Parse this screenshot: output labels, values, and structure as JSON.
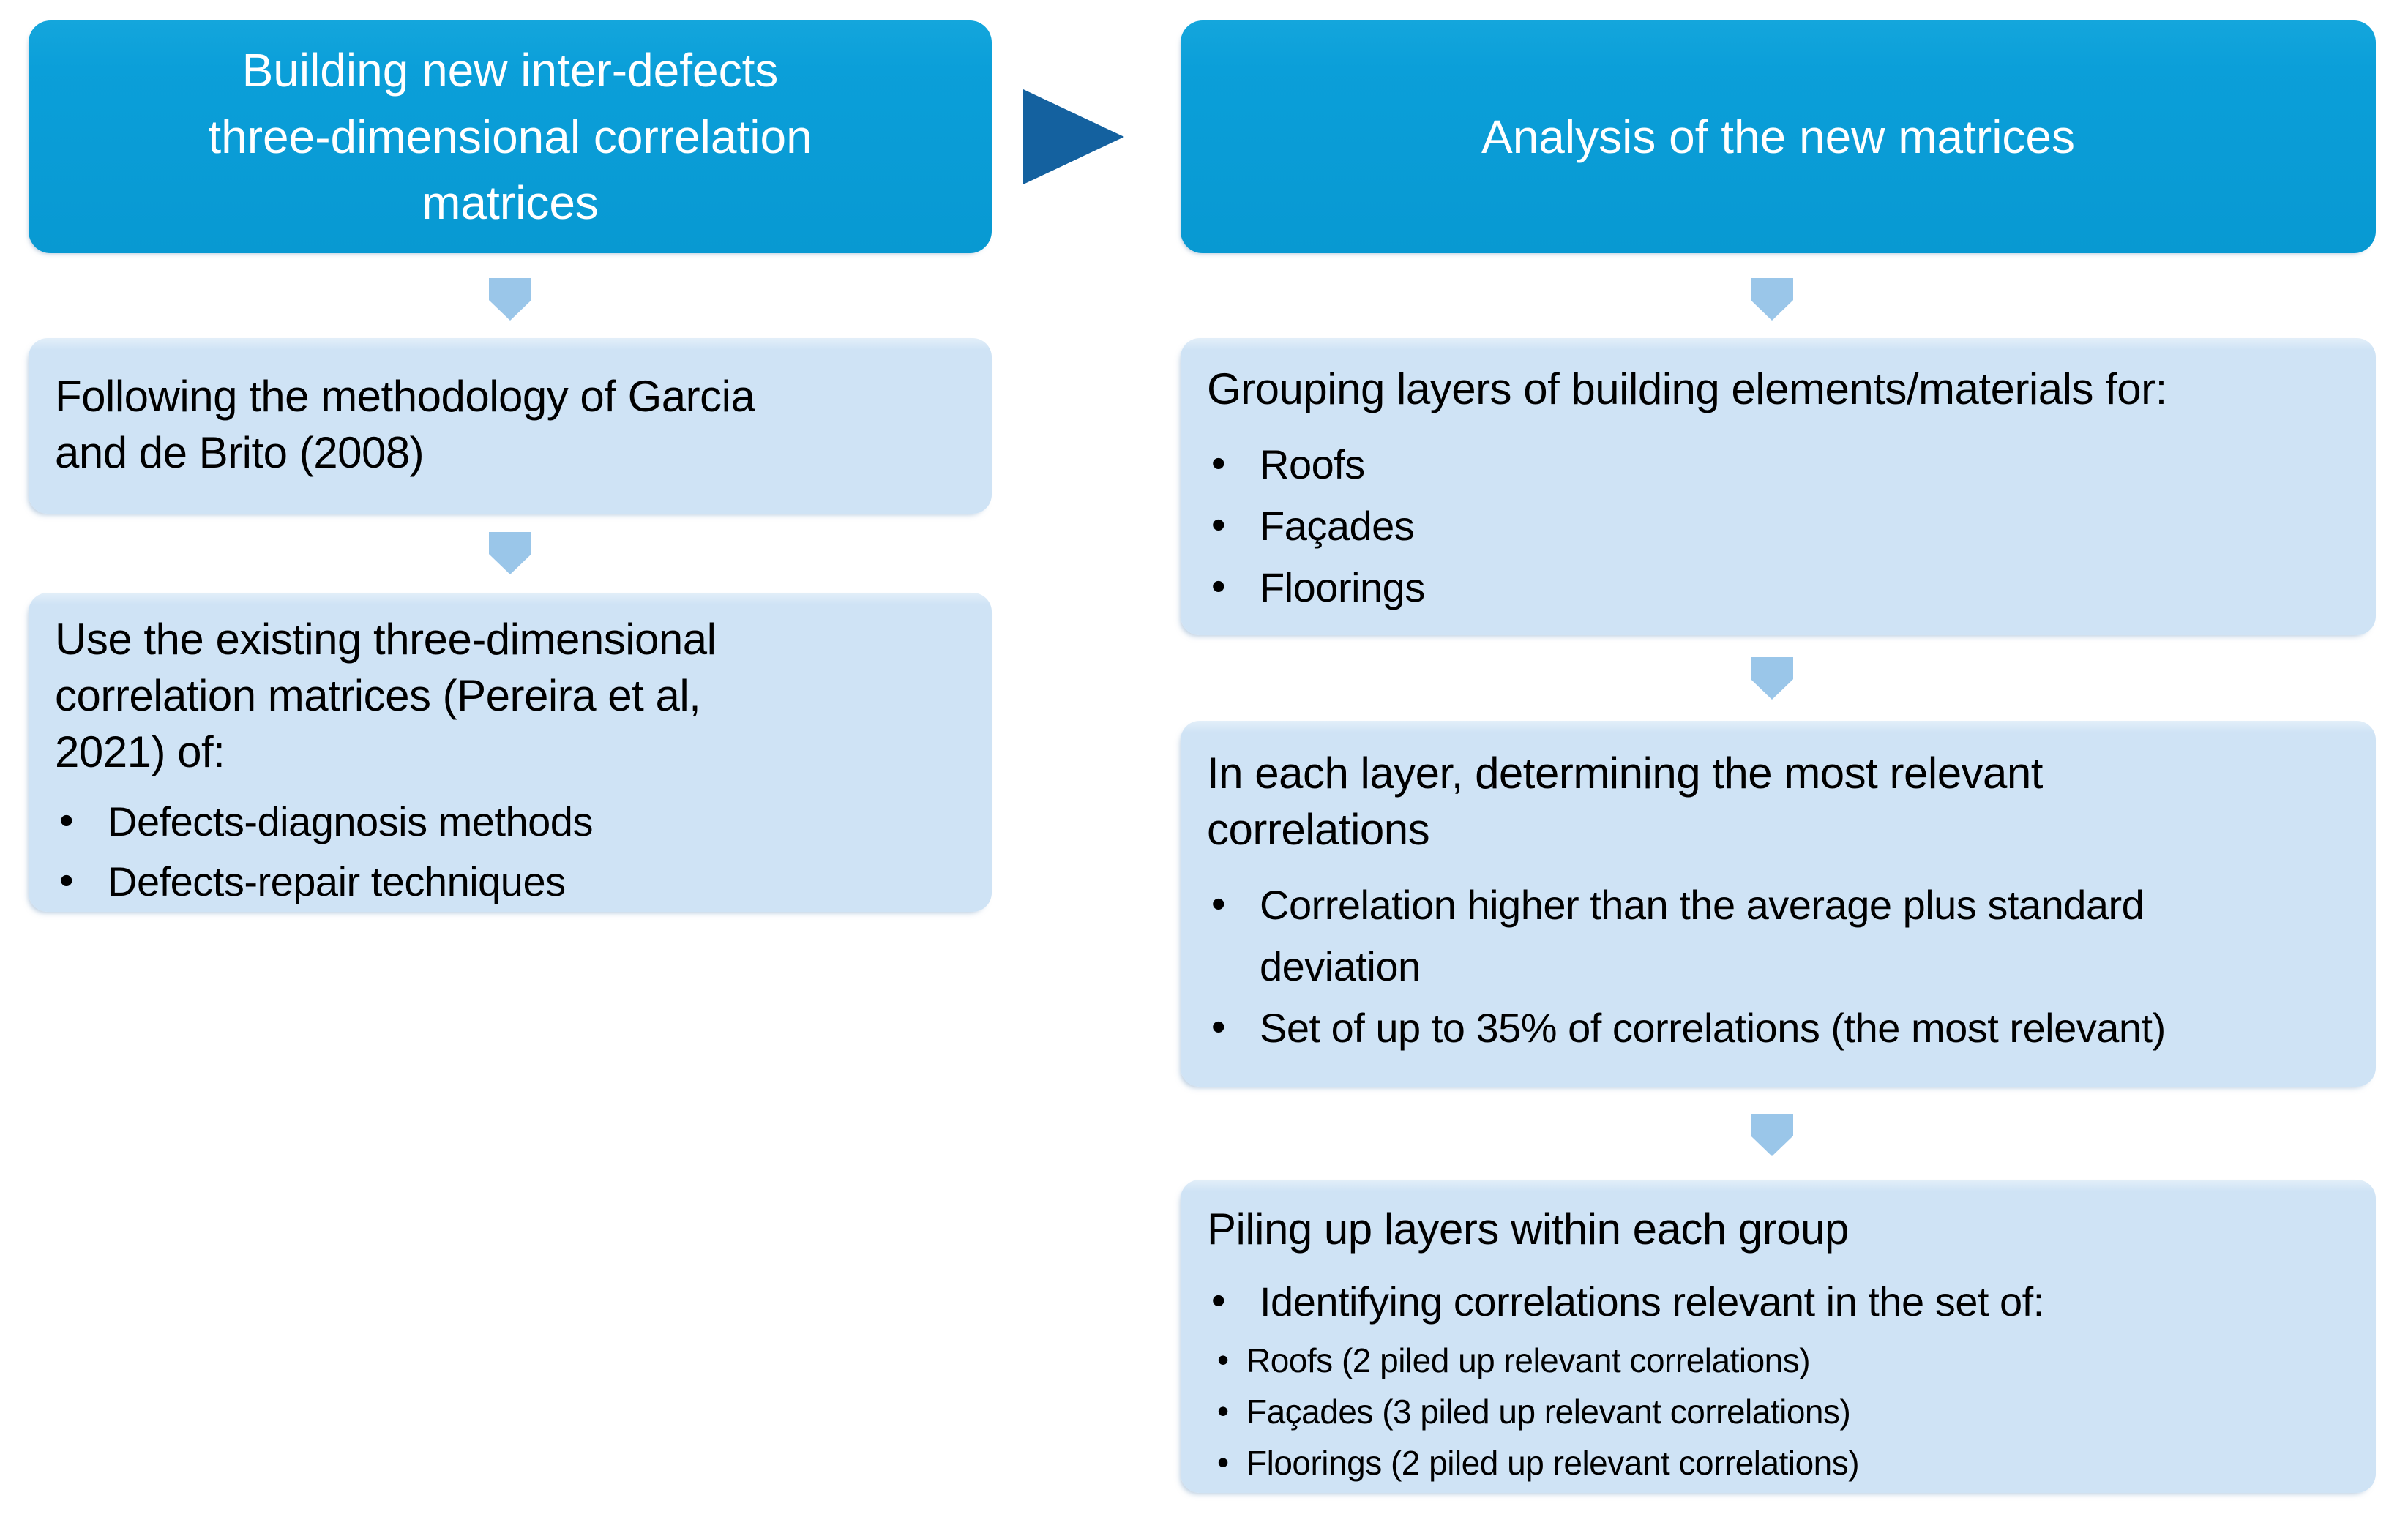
{
  "palette": {
    "header_fill": "#0B9FD9",
    "connector_fill": "#14619F",
    "down_arrow_fill": "#9AC6E9",
    "box_fill": "#CFE3F5",
    "text_on_header": "#FFFFFF",
    "text_body": "#000000"
  },
  "left_column": {
    "header": "Building new inter-defects\nthree-dimensional correlation\nmatrices",
    "step1": {
      "title": "Following the methodology of Garcia\nand de Brito (2008)"
    },
    "step2": {
      "title": "Use the existing three-dimensional\ncorrelation matrices (Pereira et al,\n2021) of:",
      "bullets": [
        "Defects-diagnosis methods",
        "Defects-repair techniques"
      ]
    }
  },
  "right_column": {
    "header": "Analysis of the new matrices",
    "step1": {
      "title": "Grouping layers of building elements/materials for:",
      "bullets": [
        "Roofs",
        "Façades",
        "Floorings"
      ]
    },
    "step2": {
      "title": "In each layer, determining the most relevant\ncorrelations",
      "bullets": [
        "Correlation higher than the average plus standard\ndeviation",
        "Set of up to 35% of correlations (the most relevant)"
      ]
    },
    "step3": {
      "title": "Piling up layers within each group",
      "bullets": [
        "Identifying correlations relevant in the set of:"
      ],
      "sub_bullets": [
        "Roofs (2 piled up relevant correlations)",
        "Façades (3 piled up relevant correlations)",
        "Floorings (2 piled up relevant correlations)"
      ]
    }
  }
}
